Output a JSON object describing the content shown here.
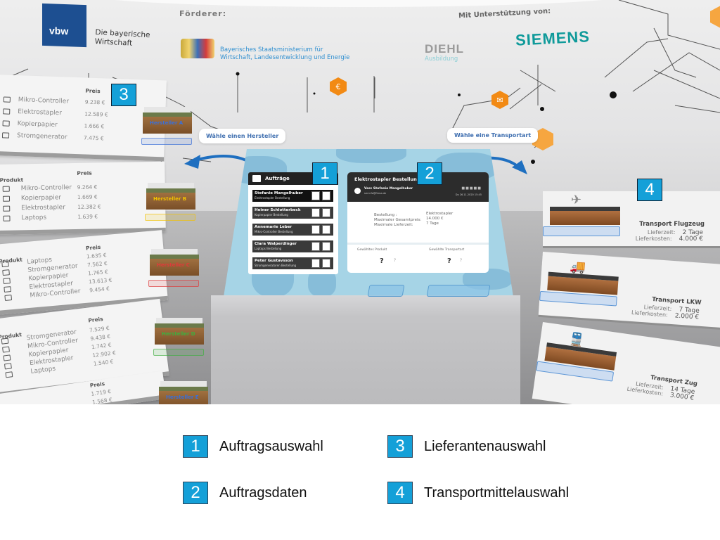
{
  "sponsors": {
    "vbw_logo": "vbw",
    "vbw_name_line1": "Die bayerische",
    "vbw_name_line2": "Wirtschaft",
    "foerderer_label": "Förderer:",
    "ministry_line1": "Bayerisches Staatsministerium für",
    "ministry_line2": "Wirtschaft, Landesentwicklung und Energie",
    "support_label": "Mit Unterstützung von:",
    "diehl": "DIEHL",
    "diehl_sub": "Ausbildung",
    "siemens": "SIEMENS"
  },
  "hints": {
    "choose_manufacturer": "Wähle einen Hersteller",
    "choose_transport": "Wähle eine Transportart"
  },
  "supplier_panels": [
    {
      "header_product": "",
      "header_price": "Preis",
      "rows": [
        {
          "product": "Mikro-Controller",
          "price": "9.238 €"
        },
        {
          "product": "Elektrostapler",
          "price": "12.589 €"
        },
        {
          "product": "Kopierpapier",
          "price": "1.666 €"
        },
        {
          "product": "Stromgenerator",
          "price": "7.475 €"
        }
      ]
    },
    {
      "header_product": "Produkt",
      "header_price": "Preis",
      "rows": [
        {
          "product": "Mikro-Controller",
          "price": "9.264 €"
        },
        {
          "product": "Kopierpapier",
          "price": "1.669 €"
        },
        {
          "product": "Elektrostapler",
          "price": "12.382 €"
        },
        {
          "product": "Laptops",
          "price": "1.639 €"
        }
      ]
    },
    {
      "header_product": "Produkt",
      "header_price": "Preis",
      "rows": [
        {
          "product": "Laptops",
          "price": "1.635 €"
        },
        {
          "product": "Stromgenerator",
          "price": "7.562 €"
        },
        {
          "product": "Kopierpapier",
          "price": "1.765 €"
        },
        {
          "product": "Elektrostapler",
          "price": "13.613 €"
        },
        {
          "product": "Mikro-Controller",
          "price": "9.454 €"
        }
      ]
    },
    {
      "header_product": "Produkt",
      "header_price": "Preis",
      "rows": [
        {
          "product": "Stromgenerator",
          "price": "7.529 €"
        },
        {
          "product": "Mikro-Controller",
          "price": "9.438 €"
        },
        {
          "product": "Kopierpapier",
          "price": "1.742 €"
        },
        {
          "product": "Elektrostapler",
          "price": "12.902 €"
        },
        {
          "product": "Laptops",
          "price": "1.540 €"
        }
      ]
    },
    {
      "header_product": "",
      "header_price": "Preis",
      "rows": [
        {
          "product": "",
          "price": "1.719 €"
        },
        {
          "product": "",
          "price": "1.568 €"
        }
      ]
    }
  ],
  "manufacturers": [
    {
      "label": "Hersteller A",
      "color": "#3a6fd8"
    },
    {
      "label": "Hersteller B",
      "color": "#f2c200"
    },
    {
      "label": "Hersteller C",
      "color": "#e03a3a"
    },
    {
      "label": "Hersteller D",
      "color": "#3fae3f"
    },
    {
      "label": "Hersteller E",
      "color": "#3a6fd8"
    }
  ],
  "orders": {
    "title": "Aufträge",
    "items": [
      {
        "name": "Stefanie Mangelhuber",
        "desc": "Elektrostapler Bestellung"
      },
      {
        "name": "Heiner Schlotterbeck",
        "desc": "Kopierpapier Bestellung"
      },
      {
        "name": "Annemarie Leber",
        "desc": "Mikro-Controller Bestellung"
      },
      {
        "name": "Clara Walperdinger",
        "desc": "Laptops Bestellung"
      },
      {
        "name": "Peter Gustavsson",
        "desc": "Stromgeneratoren Bestellung"
      }
    ]
  },
  "order_detail": {
    "title": "Elektrostapler Bestellung",
    "from": "Von: Stefanie Mangelhuber",
    "email": "sm.info@firma.de",
    "date": "Do 26.11.2020",
    "time": "15:45",
    "fields": [
      {
        "label": "Bestellung :",
        "value": "Elektrostapler"
      },
      {
        "label": "Maximaler Gesamtpreis:",
        "value": "14.000 €"
      },
      {
        "label": "Maximale Lieferzeit:",
        "value": "7 Tage"
      }
    ],
    "chosen_product_label": "Gewähltes Produkt",
    "chosen_transport_label": "Gewählte Transportart",
    "unknown_big": "?",
    "unknown_small": "?"
  },
  "transports": [
    {
      "title": "Transport Flugzeug",
      "time_label": "Lieferzeit:",
      "time": "2 Tage",
      "cost_label": "Lieferkosten:",
      "cost": "4.000 €"
    },
    {
      "title": "Transport LKW",
      "time_label": "Lieferzeit:",
      "time": "7 Tage",
      "cost_label": "Lieferkosten:",
      "cost": "2.000 €"
    },
    {
      "title": "Transport Zug",
      "time_label": "Lieferzeit:",
      "time": "14 Tage",
      "cost_label": "Lieferkosten:",
      "cost": "3.000 €"
    }
  ],
  "markers": [
    "1",
    "2",
    "3",
    "4"
  ],
  "legend": [
    {
      "num": "1",
      "label": "Auftragsauswahl"
    },
    {
      "num": "2",
      "label": "Auftragsdaten"
    },
    {
      "num": "3",
      "label": "Lieferantenauswahl"
    },
    {
      "num": "4",
      "label": "Transportmittelauswahl"
    }
  ],
  "colors": {
    "marker_blue": "#14a0d8",
    "accent_orange": "#f28a14",
    "arrow_blue": "#1e6fc0"
  }
}
